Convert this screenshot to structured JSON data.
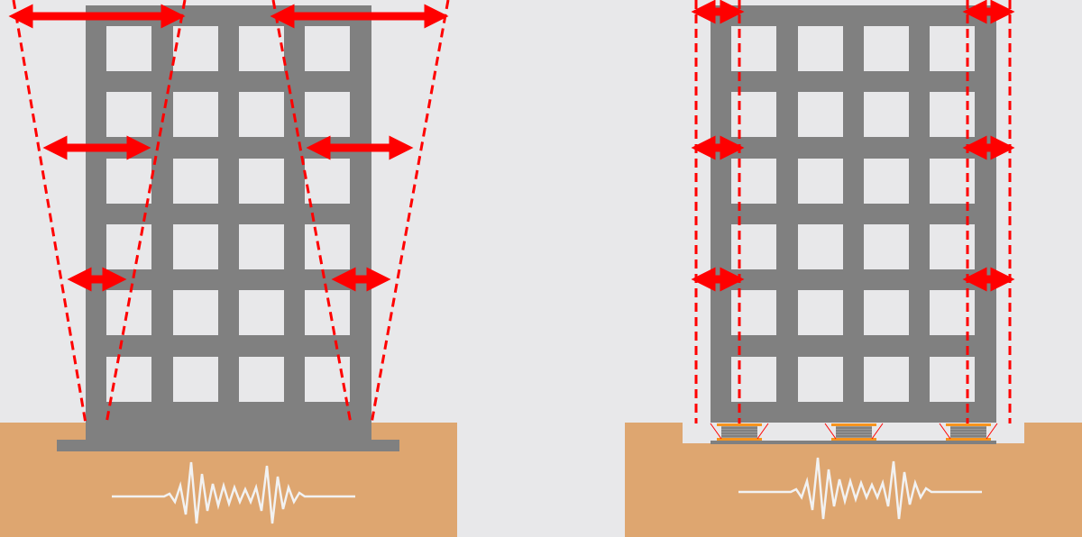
{
  "colors": {
    "background": "#e8e8ea",
    "building": "#808080",
    "ground": "#dea670",
    "arrow": "#ff0000",
    "isolator_plate": "#f7941d",
    "wave": "#f2f2f2"
  },
  "panels": [
    {
      "id": "conventional",
      "floors": 6,
      "bays": 4
    },
    {
      "id": "base-isolated",
      "floors": 6,
      "bays": 4,
      "isolators": 3
    }
  ]
}
